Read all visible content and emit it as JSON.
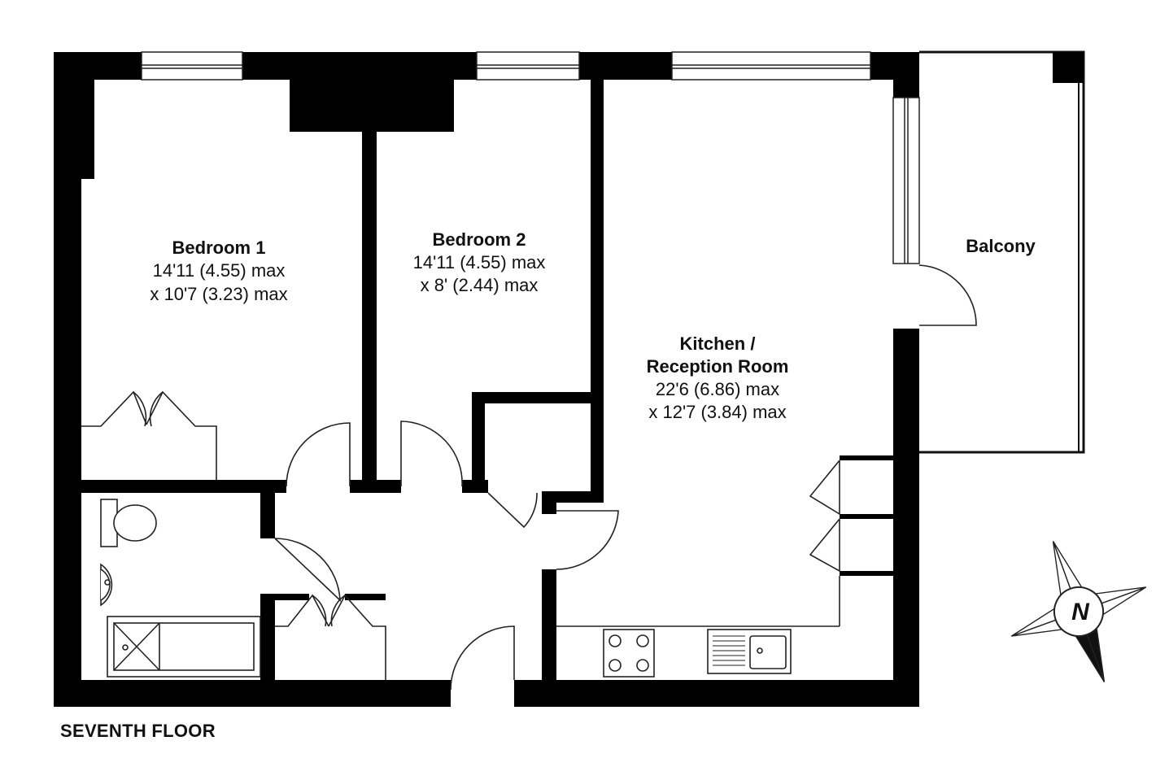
{
  "floor_label": "SEVENTH FLOOR",
  "rooms": {
    "bedroom1": {
      "name": "Bedroom 1",
      "line1": "14'11 (4.55) max",
      "line2": "x 10'7 (3.23) max"
    },
    "bedroom2": {
      "name": "Bedroom 2",
      "line1": "14'11 (4.55) max",
      "line2": "x 8' (2.44) max"
    },
    "kitchen": {
      "name1": "Kitchen /",
      "name2": "Reception Room",
      "line1": "22'6 (6.86) max",
      "line2": "x 12'7 (3.84) max"
    },
    "balcony": {
      "name": "Balcony"
    }
  },
  "compass": {
    "label": "N"
  },
  "colors": {
    "wall": "#000000",
    "line": "#222222",
    "background": "#ffffff",
    "compass_dark": "#111111",
    "compass_light": "#ffffff"
  },
  "icons": [
    "compass-icon",
    "toilet-icon",
    "basin-icon",
    "bath-icon",
    "hob-icon",
    "sink-icon"
  ]
}
